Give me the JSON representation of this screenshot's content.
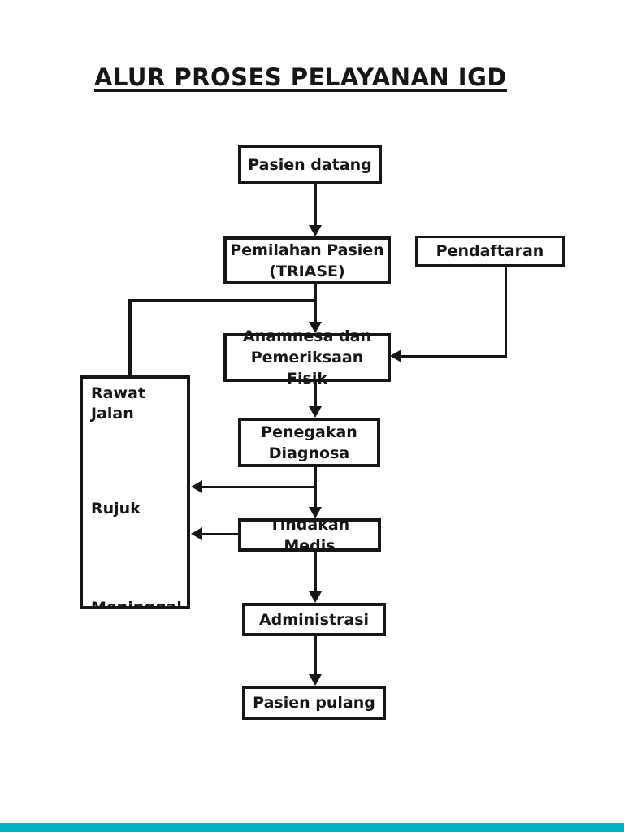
{
  "page": {
    "title": "ALUR PROSES PELAYANAN IGD",
    "ink_color": "#161616",
    "background_color": "#ffffff",
    "footer_bar_color": "#00b1c2"
  },
  "flowchart": {
    "nodes": {
      "pasien_datang": {
        "label": "Pasien datang"
      },
      "triase": {
        "label": "Pemilahan Pasien (TRIASE)"
      },
      "pendaftaran": {
        "label": "Pendaftaran"
      },
      "anamnesa": {
        "label": "Anamnesa dan Pemeriksaan Fisik"
      },
      "penegakan": {
        "label": "Penegakan Diagnosa"
      },
      "tindakan": {
        "label": "Tindakan Medis"
      },
      "administrasi": {
        "label": "Administrasi"
      },
      "pasien_pulang": {
        "label": "Pasien pulang"
      }
    },
    "outcomes_box": {
      "items": [
        {
          "label": "Rawat Jalan"
        },
        {
          "label": "Rujuk"
        },
        {
          "label": "Meninggal"
        }
      ]
    }
  }
}
